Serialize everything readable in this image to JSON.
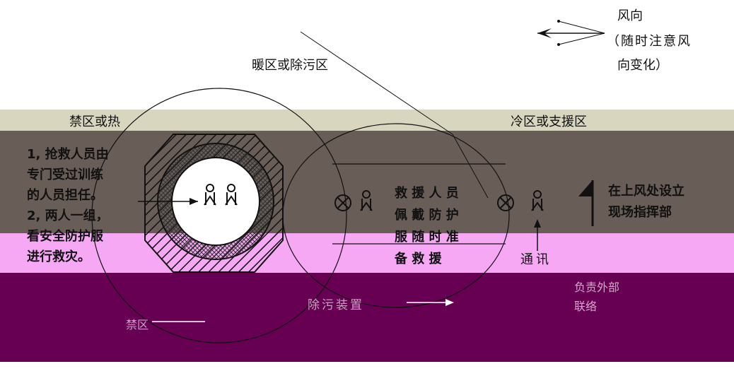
{
  "wind": {
    "title": "风向",
    "note_line1": "（随时注意风",
    "note_line2": "向变化）"
  },
  "zones": {
    "warm": "暖区或除污区",
    "hot": "禁区或热",
    "cold": "冷区或支援区"
  },
  "rescue_notes": {
    "line1": "1, 抢救人员由",
    "line2": "专门受过训练",
    "line3": "的人员担任。",
    "line4": "2, 两人一组，",
    "line5": "看安全防护服",
    "line6": "进行救灾。"
  },
  "standby": {
    "line1": "救 援 人 员",
    "line2": "佩 戴 防 护",
    "line3": "服 随 时 准",
    "line4": "备 救 援"
  },
  "command": {
    "line1": "在上风处设立",
    "line2": "现场指挥部"
  },
  "comms": {
    "label": "通讯",
    "sub1": "负责外部",
    "sub2": "联络"
  },
  "decon": "除污装置",
  "forbidden_bottom": "禁区"
}
